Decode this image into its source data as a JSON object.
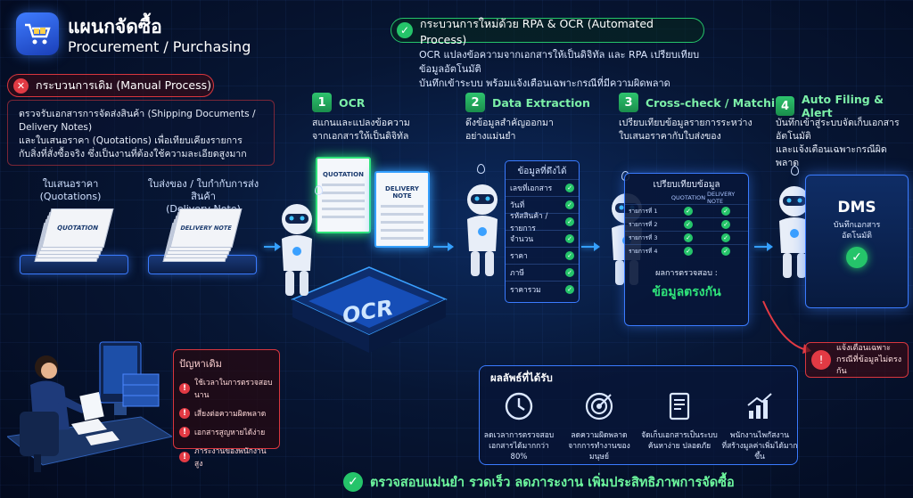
{
  "header": {
    "title_th": "แผนกจัดซื้อ",
    "title_en": "Procurement / Purchasing",
    "logo_icon": "shopping-cart-icon"
  },
  "manual": {
    "label": "กระบวนการเดิม (Manual Process)",
    "description": [
      "ตรวจรับเอกสารการจัดส่งสินค้า (Shipping Documents / Delivery Notes)",
      "และใบเสนอราคา (Quotations) เพื่อเทียบเคียงรายการ",
      "กับสิ่งที่สั่งซื้อจริง ซึ่งเป็นงานที่ต้องใช้ความละเอียดสูงมาก"
    ],
    "docs": [
      {
        "caption_th": "ใบเสนอราคา",
        "caption_en": "(Quotations)",
        "stamp": "QUOTATION"
      },
      {
        "caption_th": "ใบส่งของ / ใบกำกับการส่งสินค้า",
        "caption_en": "(Delivery Note)",
        "stamp": "DELIVERY NOTE"
      }
    ],
    "problems_title": "ปัญหาเดิม",
    "problems": [
      "ใช้เวลาในการตรวจสอบนาน",
      "เสี่ยงต่อความผิดพลาด",
      "เอกสารสูญหายได้ง่าย",
      "ภาระงานของพนักงานสูง"
    ]
  },
  "automated": {
    "label": "กระบวนการใหม่ด้วย RPA & OCR (Automated Process)",
    "description": [
      "OCR แปลงข้อความจากเอกสารให้เป็นดิจิทัล และ RPA เปรียบเทียบข้อมูลอัตโนมัติ",
      "บันทึกเข้าระบบ พร้อมแจ้งเตือนเฉพาะกรณีที่มีความผิดพลาด"
    ],
    "steps": [
      {
        "num": "1",
        "title": "OCR",
        "desc": [
          "สแกนและแปลงข้อความ",
          "จากเอกสารให้เป็นดิจิทัล"
        ]
      },
      {
        "num": "2",
        "title": "Data Extraction",
        "desc": [
          "ดึงข้อมูลสำคัญออกมา",
          "อย่างแม่นยำ"
        ]
      },
      {
        "num": "3",
        "title": "Cross-check / Matching",
        "desc": [
          "เปรียบเทียบข้อมูลรายการระหว่าง",
          "ใบเสนอราคากับใบส่งของ"
        ]
      },
      {
        "num": "4",
        "title": "Auto Filing & Alert",
        "desc": [
          "บันทึกเข้าสู่ระบบจัดเก็บเอกสารอัตโนมัติ",
          "และแจ้งเตือนเฉพาะกรณีผิดพลาด"
        ]
      }
    ],
    "ocr_docs": [
      "QUOTATION",
      "DELIVERY NOTE"
    ],
    "ocr_label": "OCR",
    "extracted_title": "ข้อมูลที่ดึงได้",
    "extracted_fields": [
      "เลขที่เอกสาร",
      "วันที่",
      "รหัสสินค้า / รายการ",
      "จำนวน",
      "ราคา",
      "ภาษี",
      "ราคารวม"
    ],
    "compare_title": "เปรียบเทียบข้อมูล",
    "compare_cols": [
      "",
      "QUOTATION",
      "DELIVERY NOTE"
    ],
    "compare_rows": [
      "รายการที่ 1",
      "รายการที่ 2",
      "รายการที่ 3",
      "รายการที่ 4"
    ],
    "compare_result_label": "ผลการตรวจสอบ :",
    "compare_result_value": "ข้อมูลตรงกัน",
    "dms_title": "DMS",
    "dms_sub": [
      "บันทึกเอกสาร",
      "อัตโนมัติ"
    ],
    "alert_text": [
      "แจ้งเตือนเฉพาะ",
      "กรณีที่ข้อมูลไม่ตรงกัน"
    ]
  },
  "results": {
    "title": "ผลลัพธ์ที่ได้รับ",
    "items": [
      {
        "icon": "clock-icon",
        "text": [
          "ลดเวลาการตรวจสอบ",
          "เอกสารได้มากกว่า 80%"
        ]
      },
      {
        "icon": "target-icon",
        "text": [
          "ลดความผิดพลาด",
          "จากการทำงานของมนุษย์"
        ]
      },
      {
        "icon": "document-check-icon",
        "text": [
          "จัดเก็บเอกสารเป็นระบบ",
          "ค้นหาง่าย ปลอดภัย"
        ]
      },
      {
        "icon": "growth-chart-icon",
        "text": [
          "พนักงานไพกัสงาน",
          "ที่สร้างมูลค่าเพิ่มได้มากขึ้น"
        ]
      }
    ]
  },
  "footer": {
    "text": "ตรวจสอบแม่นยำ รวดเร็ว ลดภาระงาน เพิ่มประสิทธิภาพการจัดซื้อ"
  },
  "colors": {
    "accent_green": "#25c46a",
    "accent_red": "#e23a44",
    "accent_blue": "#3a7bff",
    "background": "#071634"
  }
}
